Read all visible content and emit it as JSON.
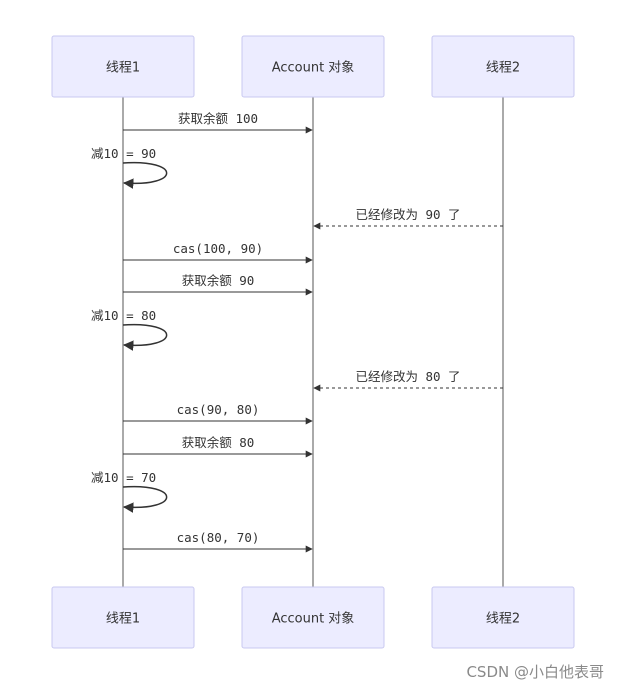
{
  "participants": [
    {
      "id": "t1",
      "label": "线程1"
    },
    {
      "id": "acc",
      "label": "Account 对象"
    },
    {
      "id": "t2",
      "label": "线程2"
    }
  ],
  "messages": [
    {
      "kind": "arrow",
      "from": "t1",
      "to": "acc",
      "text": "获取余额 100",
      "style": "solid"
    },
    {
      "kind": "self",
      "on": "t1",
      "text": "减10 = 90"
    },
    {
      "kind": "arrow",
      "from": "t2",
      "to": "acc",
      "text": "已经修改为 90 了",
      "style": "dashed"
    },
    {
      "kind": "arrow",
      "from": "t1",
      "to": "acc",
      "text": "cas(100, 90)",
      "style": "solid"
    },
    {
      "kind": "arrow",
      "from": "t1",
      "to": "acc",
      "text": "获取余额 90",
      "style": "solid"
    },
    {
      "kind": "self",
      "on": "t1",
      "text": "减10 = 80"
    },
    {
      "kind": "arrow",
      "from": "t2",
      "to": "acc",
      "text": "已经修改为 80 了",
      "style": "dashed"
    },
    {
      "kind": "arrow",
      "from": "t1",
      "to": "acc",
      "text": "cas(90, 80)",
      "style": "solid"
    },
    {
      "kind": "arrow",
      "from": "t1",
      "to": "acc",
      "text": "获取余额 80",
      "style": "solid"
    },
    {
      "kind": "self",
      "on": "t1",
      "text": "减10 = 70"
    },
    {
      "kind": "arrow",
      "from": "t1",
      "to": "acc",
      "text": "cas(80, 70)",
      "style": "solid"
    }
  ],
  "watermark": "CSDN @小白他表哥"
}
